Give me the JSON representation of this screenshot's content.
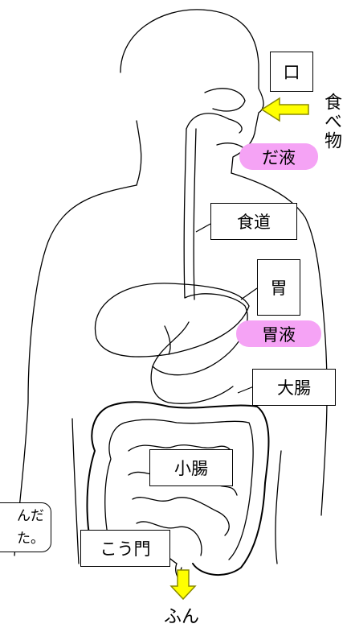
{
  "labels": {
    "mouth": "口",
    "food": "食べ物",
    "saliva": "だ液",
    "esophagus": "食道",
    "stomach": "胃",
    "gastric_juice": "胃液",
    "large_intestine": "大腸",
    "small_intestine": "小腸",
    "anus": "こう門",
    "feces": "ふん"
  },
  "callout": {
    "line1": "んだ",
    "line2": "た。"
  },
  "colors": {
    "arrow_fill": "#ffff00",
    "arrow_stroke": "#8a8a00",
    "digestive_juice_fill": "#f5a3f5",
    "line": "#000000"
  }
}
